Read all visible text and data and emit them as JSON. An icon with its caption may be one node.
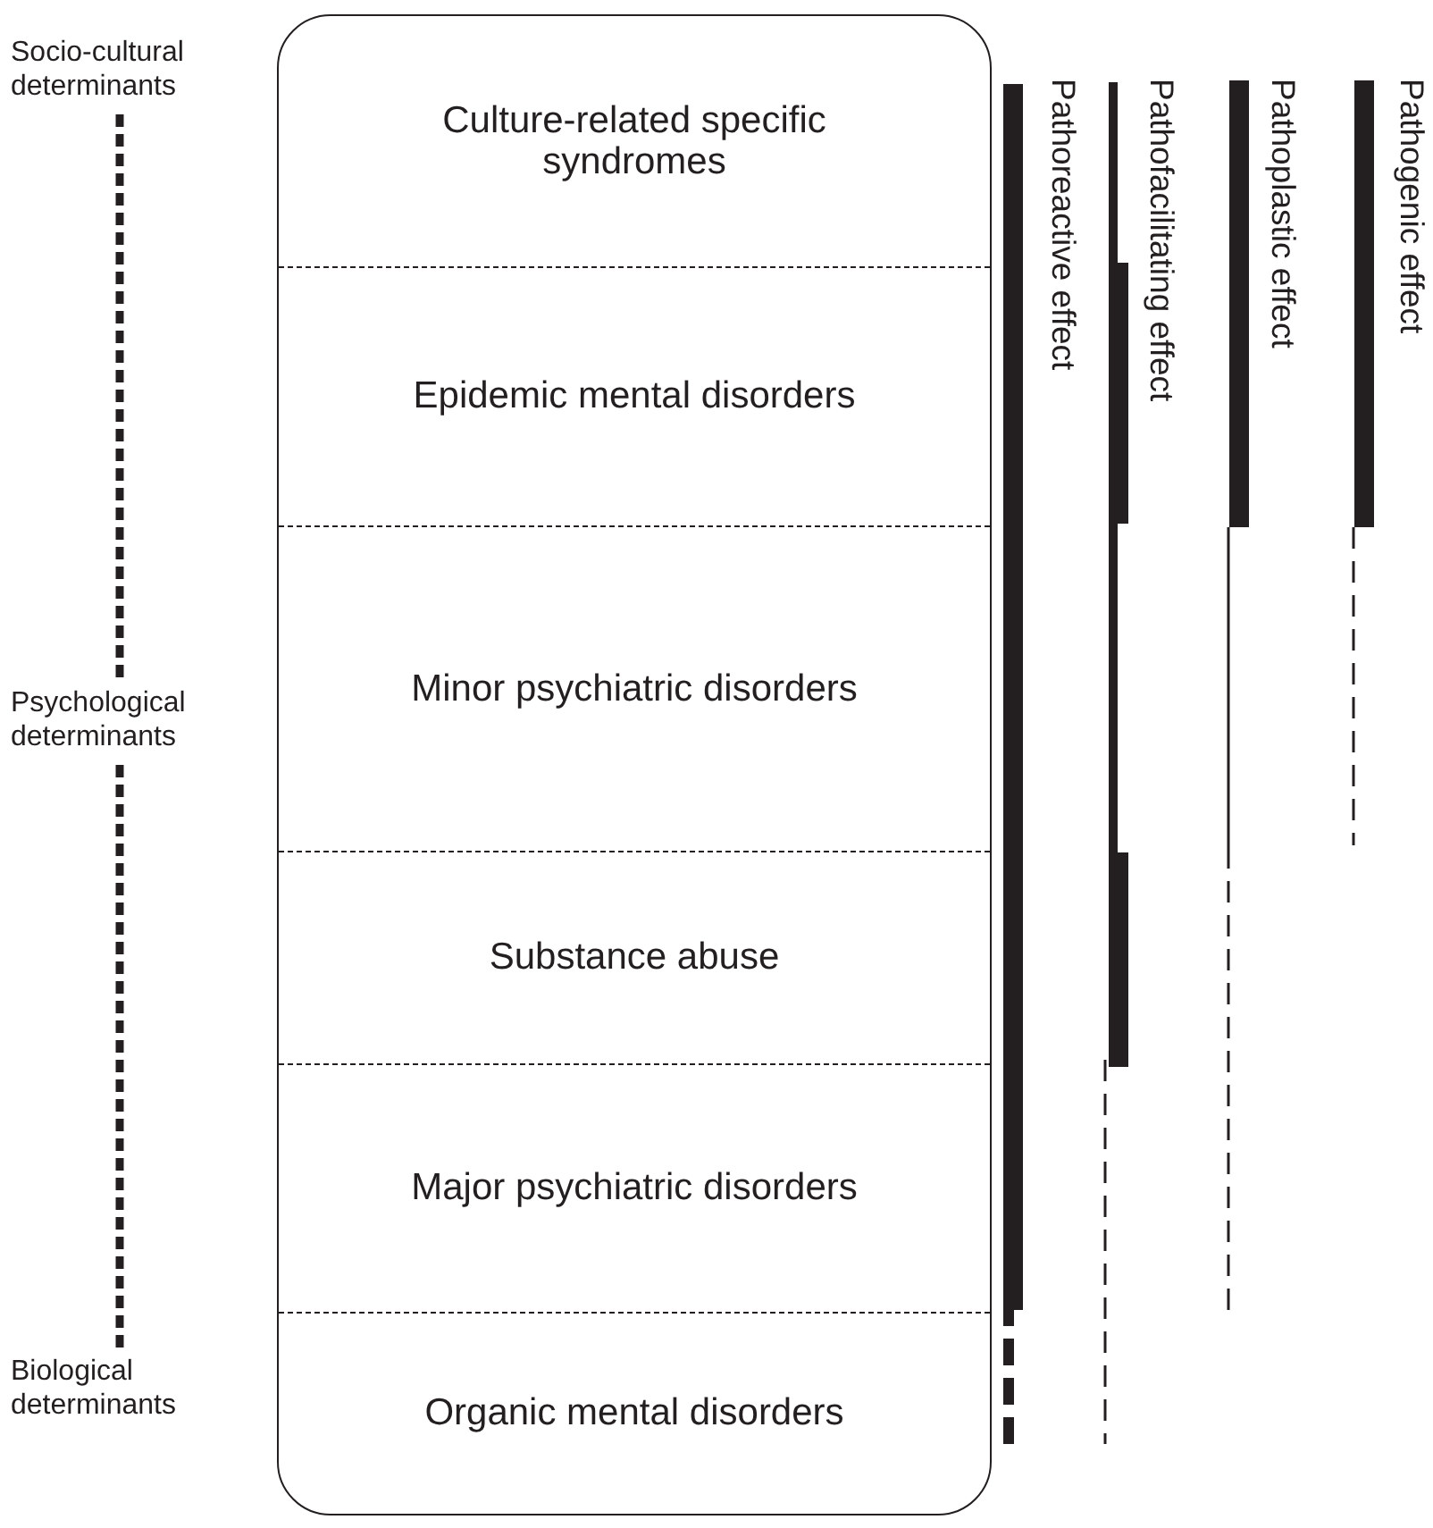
{
  "diagram": {
    "nodes": [
      {
        "text": [],
        "shape": "box"
      },
      {
        "text": [
          "Culture-related specific syndromes"
        ],
        "in": 0
      },
      {
        "text": [
          "Epidemic mental disorders"
        ],
        "in": 0
      },
      {
        "text": [
          "Minor psychiatric disorders"
        ],
        "in": 0
      },
      {
        "text": [
          "Substance abuse"
        ],
        "in": 0
      },
      {
        "text": [
          "Major psychiatric disorders"
        ],
        "in": 0
      },
      {
        "text": [
          "Organic mental disorders"
        ],
        "in": 0
      },
      {
        "text": [
          "Socio-cultural determinants"
        ]
      },
      {
        "text": [
          "Psychological determinants"
        ]
      },
      {
        "text": [
          "Biological determinants"
        ]
      }
    ],
    "edges": [
      {
        "from": 7,
        "to": 8,
        "arrow": "none",
        "style": "dashed"
      },
      {
        "from": 8,
        "to": 9,
        "arrow": "none",
        "style": "dashed"
      }
    ],
    "labels": [
      "Pathoreactive effect",
      "Pathofacilitating effect",
      "Pathoplastic effect",
      "Pathogenic effect"
    ]
  }
}
